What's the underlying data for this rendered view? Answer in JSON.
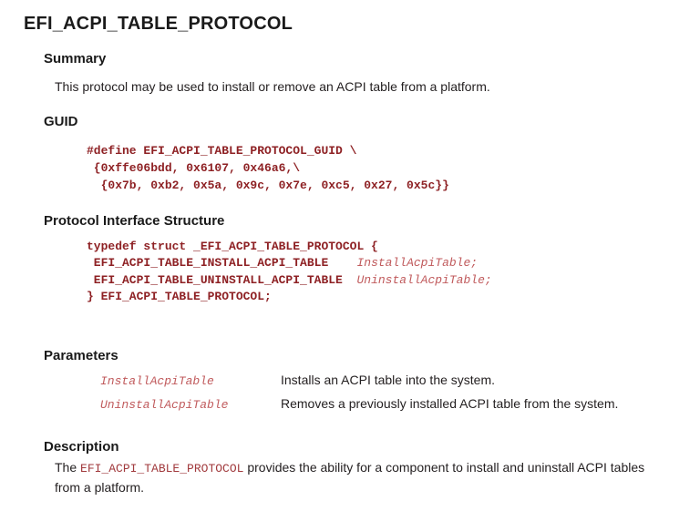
{
  "page": {
    "title": "EFI_ACPI_TABLE_PROTOCOL"
  },
  "summary": {
    "heading": "Summary",
    "body": "This protocol may be used to install or remove an ACPI table from a platform."
  },
  "guid": {
    "heading": "GUID",
    "code_lines": [
      "#define EFI_ACPI_TABLE_PROTOCOL_GUID \\",
      " {0xffe06bdd, 0x6107, 0x46a6,\\",
      "  {0x7b, 0xb2, 0x5a, 0x9c, 0x7e, 0xc5, 0x27, 0x5c}}"
    ]
  },
  "interface": {
    "heading": "Protocol Interface Structure",
    "line_open": "typedef struct _EFI_ACPI_TABLE_PROTOCOL {",
    "members": [
      {
        "type": " EFI_ACPI_TABLE_INSTALL_ACPI_TABLE",
        "gap": "    ",
        "name": "InstallAcpiTable;"
      },
      {
        "type": " EFI_ACPI_TABLE_UNINSTALL_ACPI_TABLE",
        "gap": "  ",
        "name": "UninstallAcpiTable;"
      }
    ],
    "line_close": "} EFI_ACPI_TABLE_PROTOCOL;"
  },
  "parameters": {
    "heading": "Parameters",
    "items": [
      {
        "name": "InstallAcpiTable",
        "description": "Installs an ACPI table into the system."
      },
      {
        "name": "UninstallAcpiTable",
        "description": "Removes a previously installed ACPI table from the system."
      }
    ]
  },
  "description": {
    "heading": "Description",
    "text_before": "The ",
    "code": "EFI_ACPI_TABLE_PROTOCOL",
    "text_after": " provides the ability for a component to install and uninstall ACPI tables from a platform."
  },
  "colors": {
    "background": "#ffffff",
    "heading_text": "#1a1a1a",
    "body_text": "#231f20",
    "code_bold_red": "#8e2124",
    "code_italic_red": "#c05a5c",
    "inline_code_red": "#a13a3d"
  }
}
